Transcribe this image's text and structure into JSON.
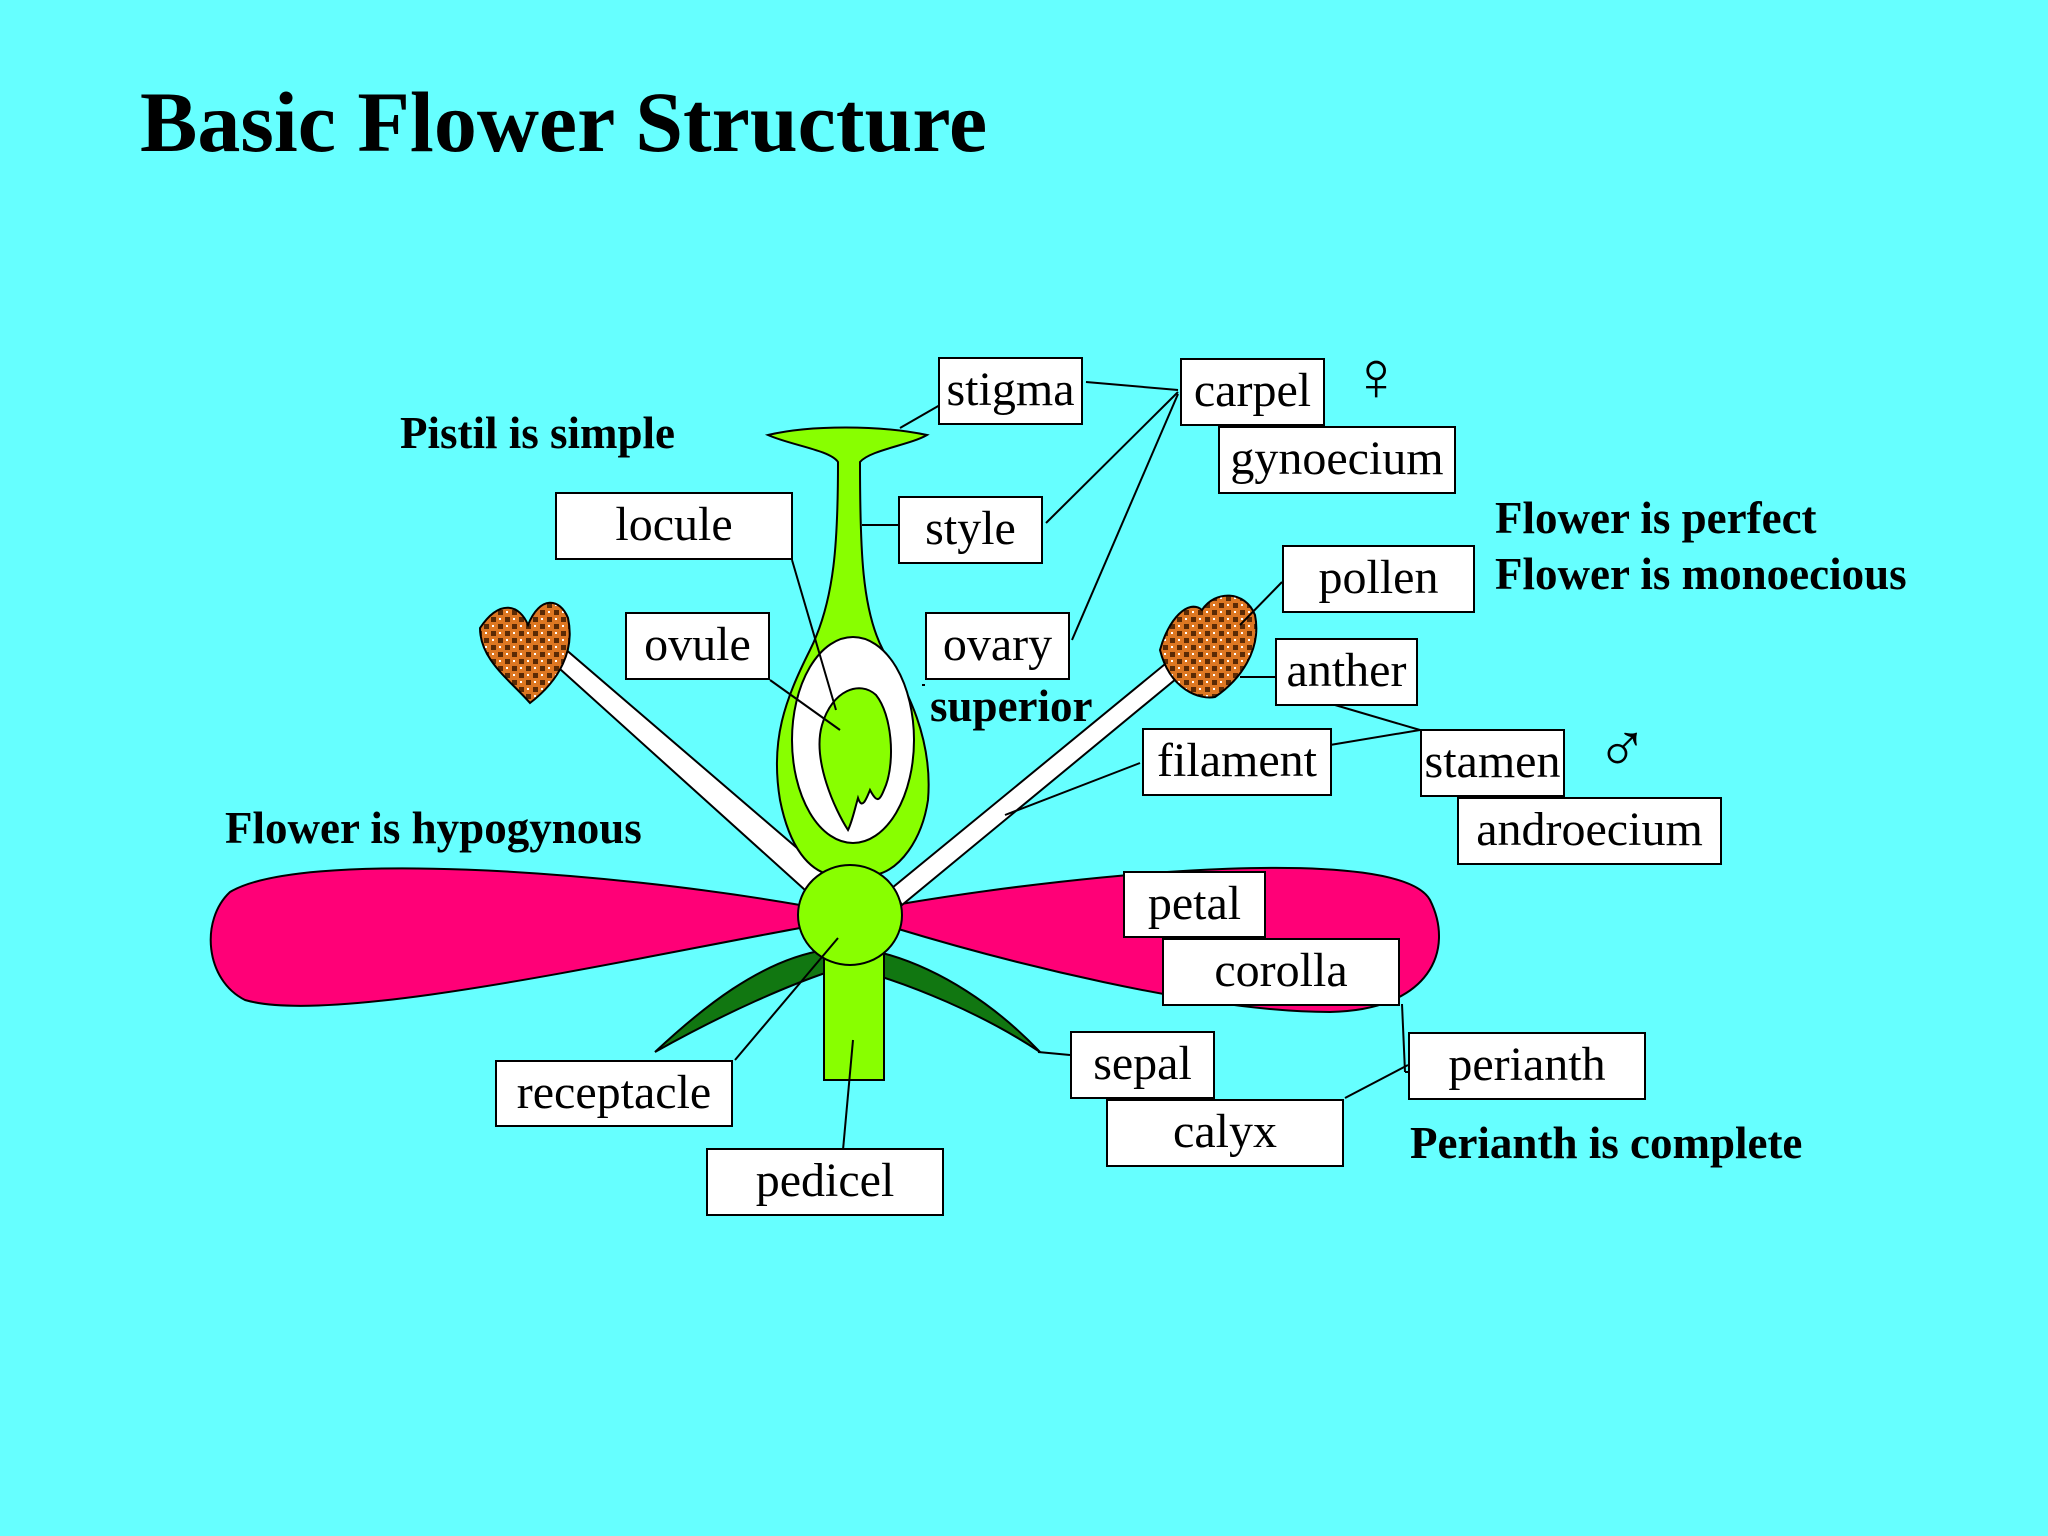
{
  "title": "Basic Flower Structure",
  "notes": {
    "pistil": "Pistil is simple",
    "perfect": "Flower is perfect",
    "monoecious": "Flower is monoecious",
    "hypogynous": "Flower is hypogynous",
    "superior": "superior",
    "perianth_complete": "Perianth is complete"
  },
  "labels": {
    "stigma": "stigma",
    "carpel": "carpel",
    "gynoecium": "gynoecium",
    "locule": "locule",
    "style": "style",
    "pollen": "pollen",
    "ovule": "ovule",
    "ovary": "ovary",
    "anther": "anther",
    "filament": "filament",
    "stamen": "stamen",
    "androecium": "androecium",
    "petal": "petal",
    "corolla": "corolla",
    "perianth": "perianth",
    "sepal": "sepal",
    "calyx": "calyx",
    "receptacle": "receptacle",
    "pedicel": "pedicel"
  },
  "symbols": {
    "female": "♀",
    "male": "♂"
  },
  "colors": {
    "background": "#66ffff",
    "petal": "#ff0077",
    "pistil": "#88ff00",
    "sepal": "#117711",
    "anther": "#dd7722",
    "label_box": "#ffffff"
  },
  "icons": [
    "female-symbol-icon",
    "male-symbol-icon"
  ]
}
